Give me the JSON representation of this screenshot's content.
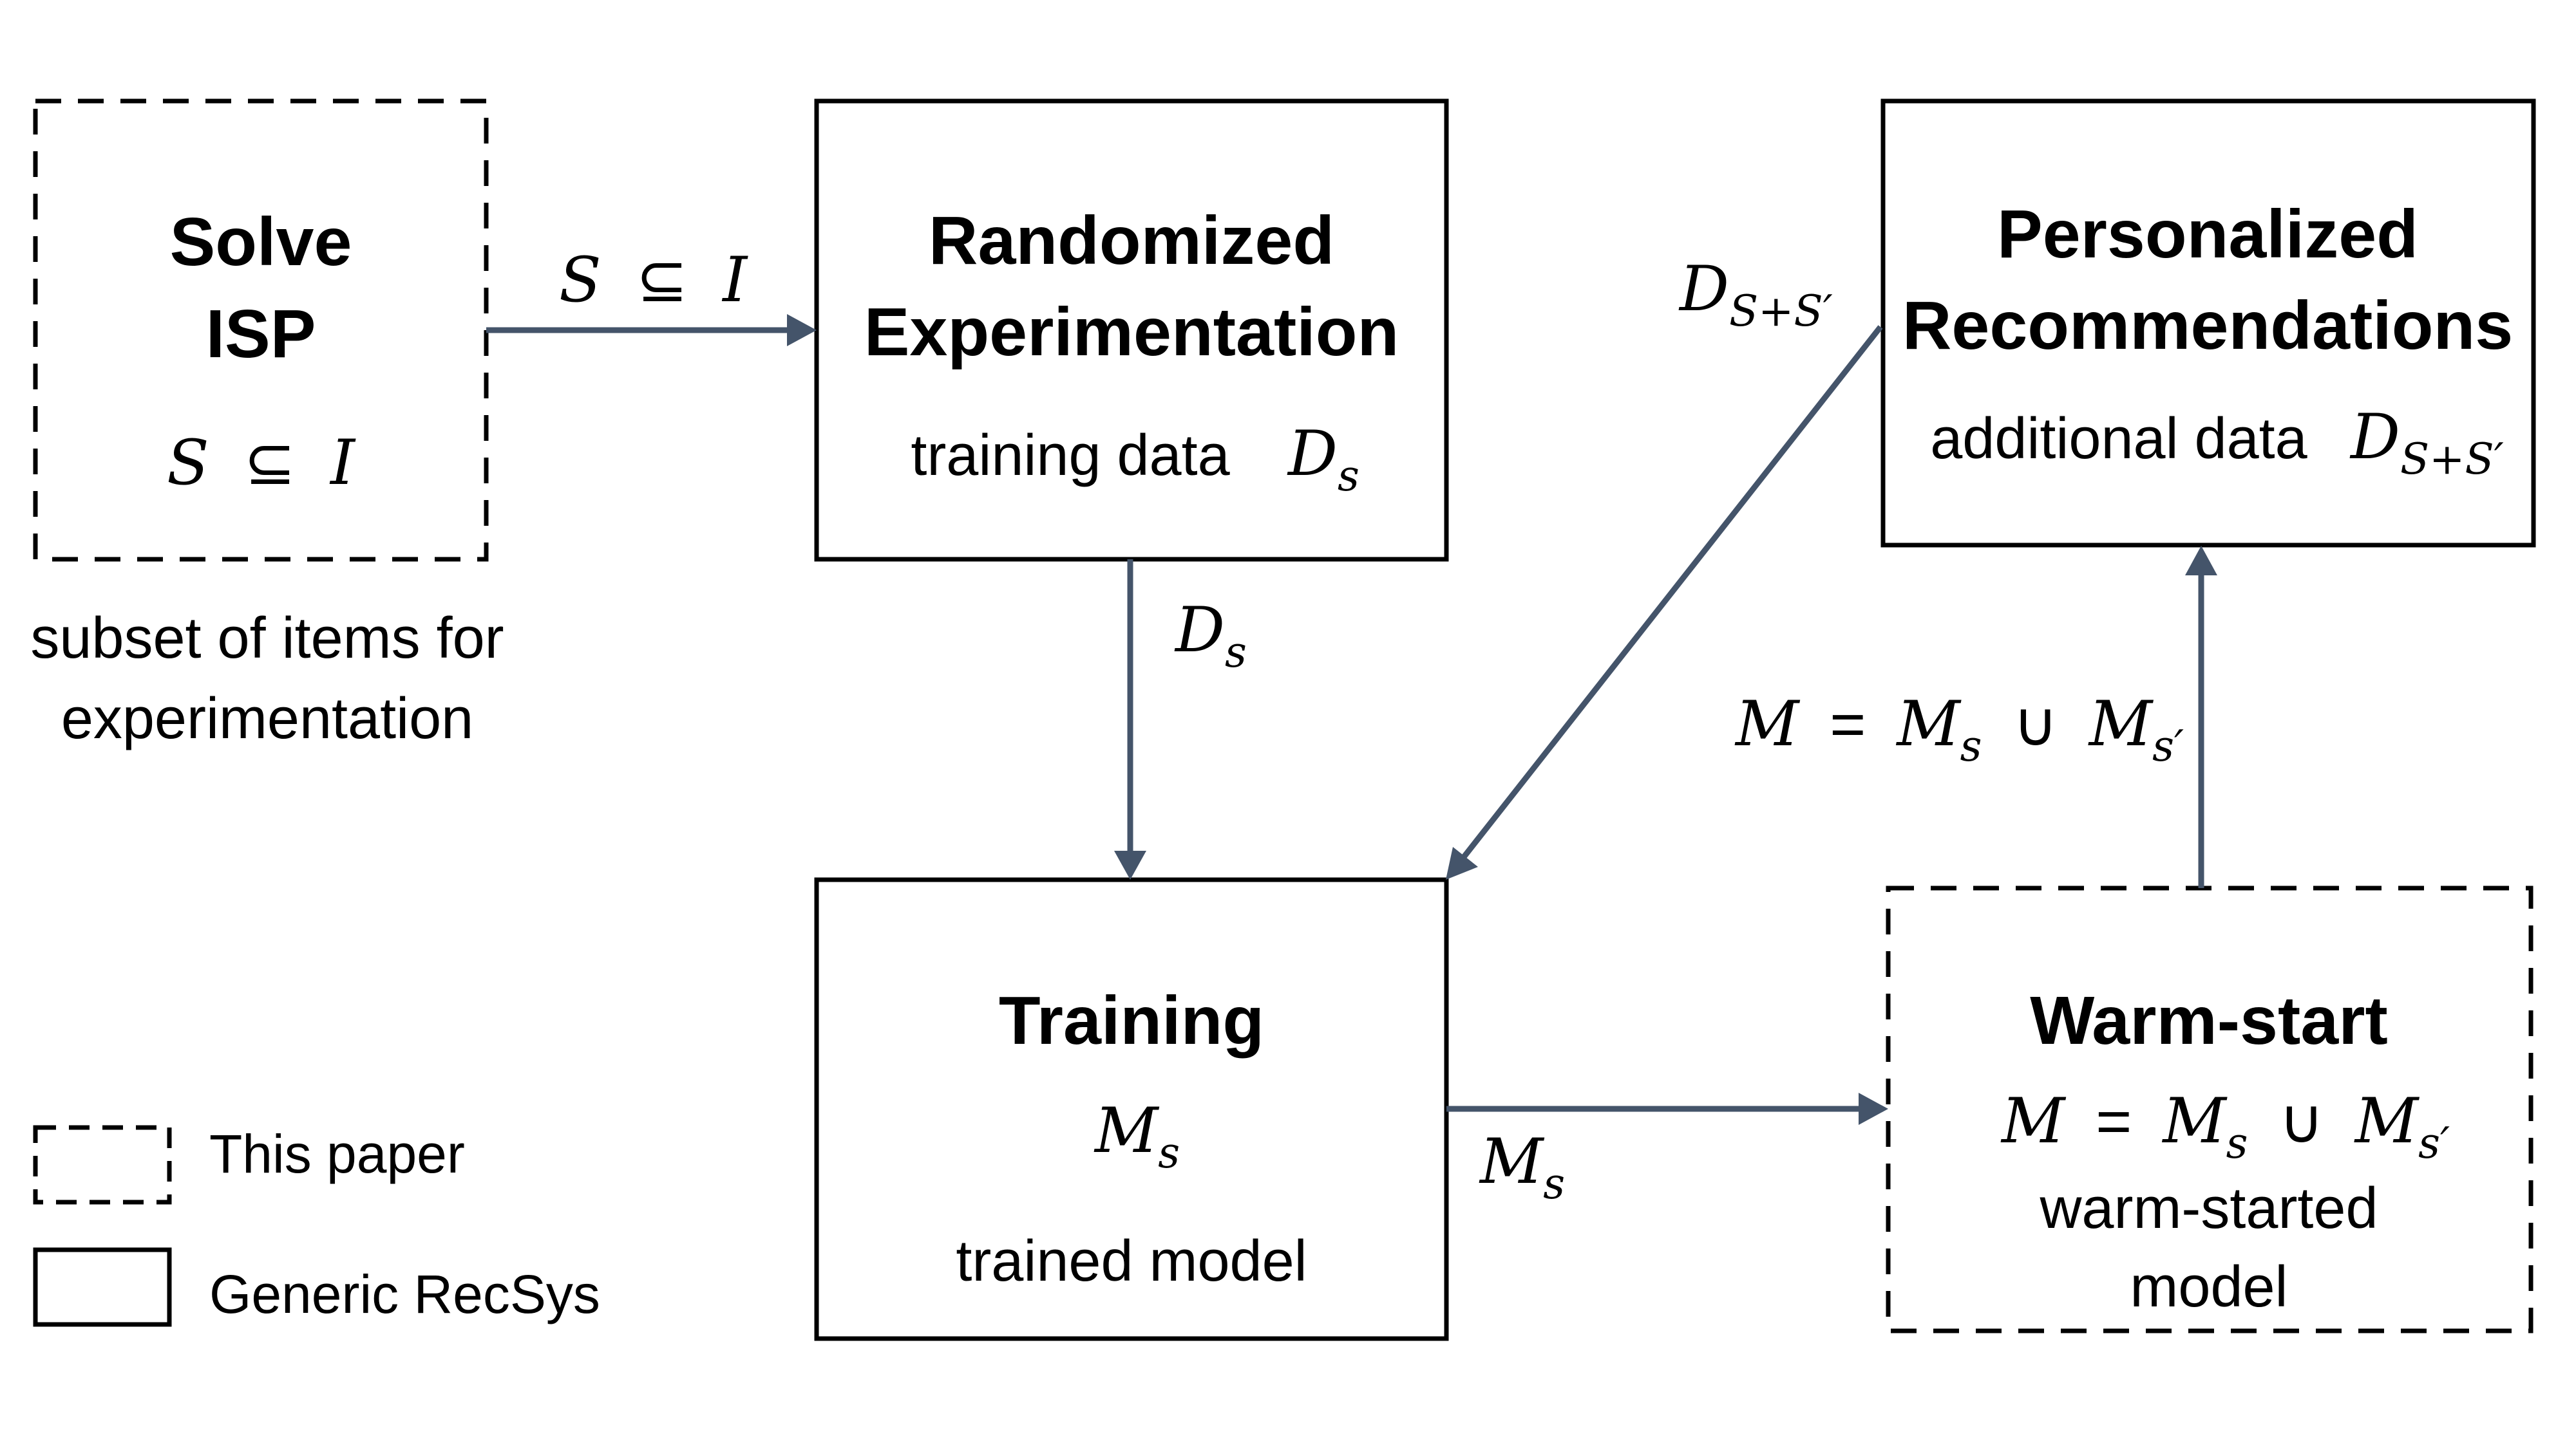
{
  "nodes": {
    "solve_isp": {
      "title_line1": "Solve",
      "title_line2": "ISP",
      "math": {
        "s": "S",
        "subset": "⊆",
        "i": "I"
      },
      "caption_line1": "subset of items for",
      "caption_line2": "experimentation"
    },
    "randomized": {
      "title_line1": "Randomized",
      "title_line2": "Experimentation",
      "body": "training data",
      "math": {
        "d": "D",
        "sub": "s"
      }
    },
    "personalized": {
      "title_line1": "Personalized",
      "title_line2": "Recommendations",
      "body": "additional data",
      "math": {
        "d": "D",
        "sub": "S+S′"
      }
    },
    "training": {
      "title": "Training",
      "math": {
        "m": "M",
        "sub": "s"
      },
      "body": "trained model"
    },
    "warm_start": {
      "title": "Warm-start",
      "math": {
        "m": "M",
        "eq": "=",
        "ms": "M",
        "ms_sub": "s",
        "union": "∪",
        "msp": "M",
        "msp_sub": "s′"
      },
      "body_line1": "warm-started",
      "body_line2": "model"
    }
  },
  "edges": {
    "isp_to_random": {
      "s": "S",
      "subset": "⊆",
      "i": "I"
    },
    "random_to_training": {
      "d": "D",
      "sub": "s"
    },
    "personalized_to_training": {
      "d": "D",
      "sub": "S+S′"
    },
    "training_to_warm": {
      "m": "M",
      "sub": "s"
    },
    "warm_to_personalized": {
      "m": "M",
      "eq": "=",
      "ms": "M",
      "ms_sub": "s",
      "union": "∪",
      "msp": "M",
      "msp_sub": "s′"
    }
  },
  "legend": {
    "dashed_label": "This paper",
    "solid_label": "Generic RecSys"
  },
  "colors": {
    "arrow": "#44546a",
    "box_stroke": "#000000",
    "text": "#000000"
  }
}
